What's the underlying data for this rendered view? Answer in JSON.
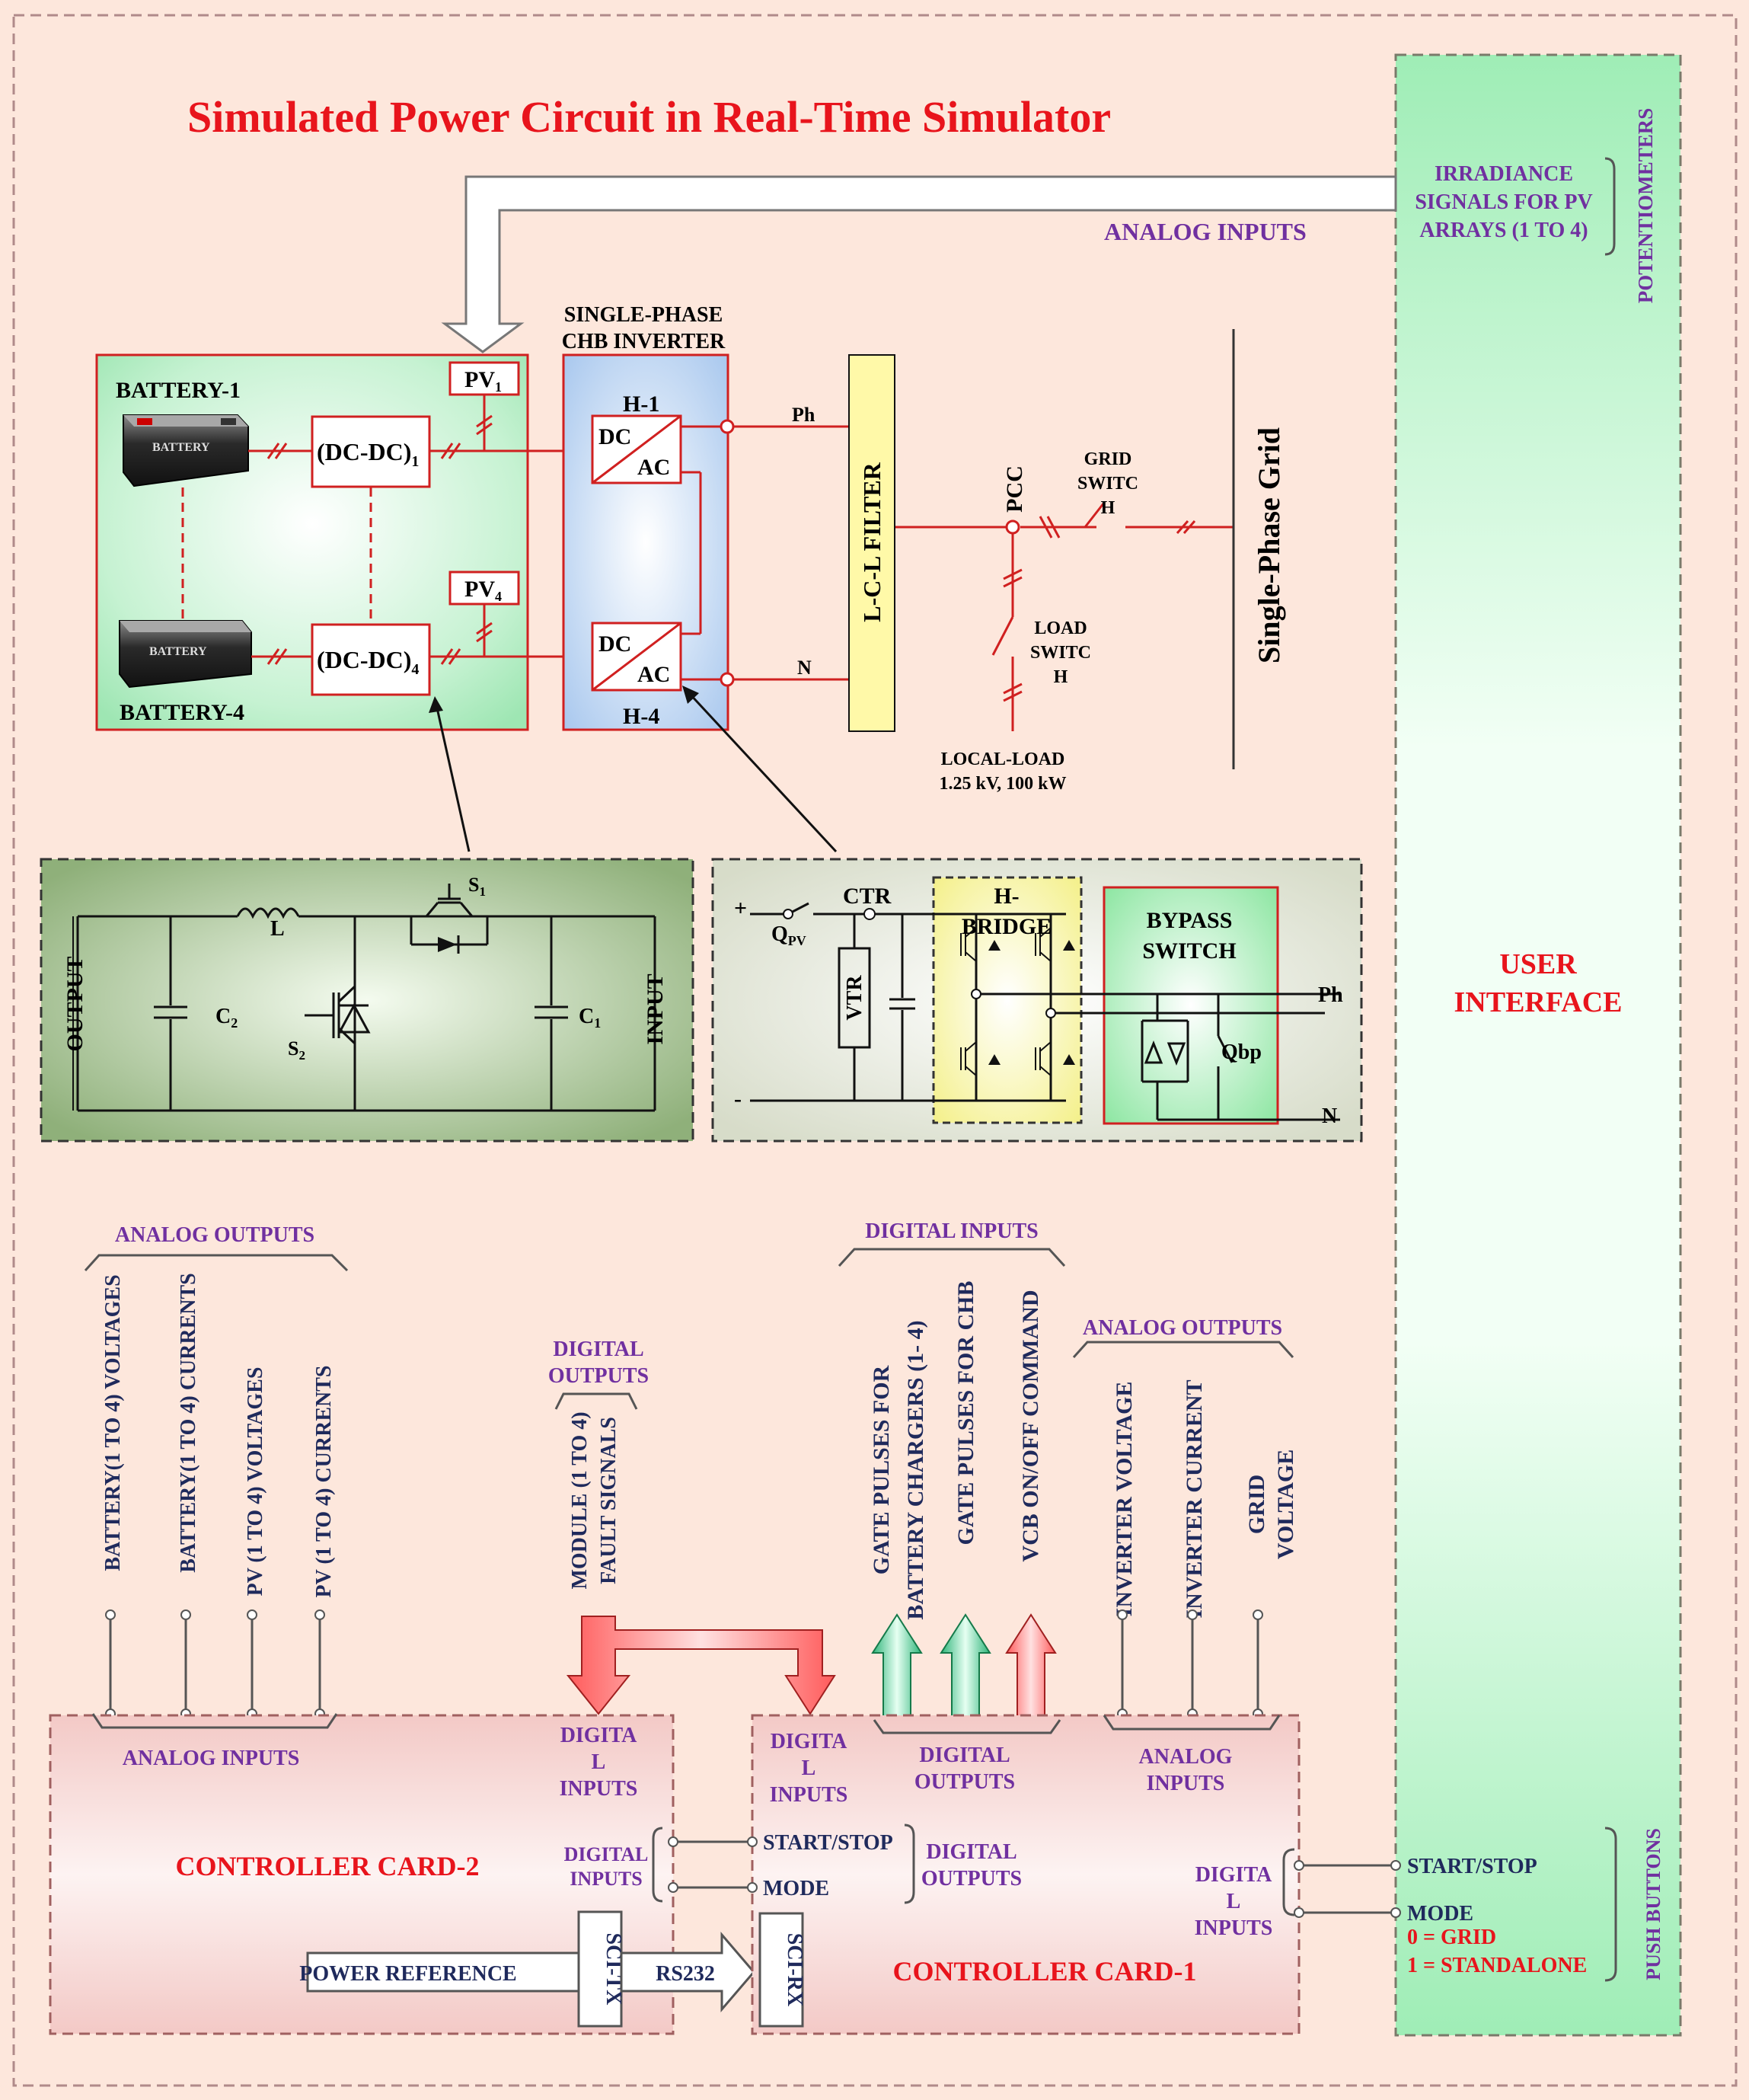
{
  "title": "Simulated Power Circuit in Real-Time Simulator",
  "analog_inputs_top": "ANALOG INPUTS",
  "irradiance": [
    "IRRADIANCE",
    "SIGNALS FOR PV",
    "ARRAYS (1 TO 4)"
  ],
  "potentiometers": "POTENTIOMETERS",
  "user_interface": [
    "USER",
    "INTERFACE"
  ],
  "push_buttons": "PUSH BUTTONS",
  "inverter_title": [
    "SINGLE-PHASE",
    "CHB INVERTER"
  ],
  "battery1": "BATTERY-1",
  "battery4": "BATTERY-4",
  "battery_icon_text": "BATTERY",
  "dcdc1": "(DC-DC)",
  "dcdc1_sub": "1",
  "dcdc4": "(DC-DC)",
  "dcdc4_sub": "4",
  "pv1": "PV",
  "pv1_sub": "1",
  "pv4": "PV",
  "pv4_sub": "4",
  "h1": "H-1",
  "h4": "H-4",
  "dc": "DC",
  "ac": "AC",
  "ph": "Ph",
  "n": "N",
  "lcl_filter": "L-C-L FILTER",
  "pcc": "PCC",
  "grid_switch": [
    "GRID",
    "SWITC",
    "H"
  ],
  "load_switch": [
    "LOAD",
    "SWITC",
    "H"
  ],
  "local_load": [
    "LOCAL-LOAD",
    "1.25 kV, 100 kW"
  ],
  "single_phase_grid": "Single-Phase Grid",
  "boost": {
    "output": "OUTPUT",
    "input": "INPUT",
    "l": "L",
    "c2": "C",
    "c2_sub": "2",
    "c1": "C",
    "c1_sub": "1",
    "s1": "S",
    "s1_sub": "1",
    "s2": "S",
    "s2_sub": "2"
  },
  "hbridge": {
    "plus": "+",
    "minus": "-",
    "qpv": "Q",
    "qpv_sub": "PV",
    "ctr": "CTR",
    "vtr": "VTR",
    "hbridge": [
      "H-",
      "BRIDGE"
    ],
    "bypass": [
      "BYPASS",
      "SWITCH"
    ],
    "qbp": "Qbp",
    "ph": "Ph",
    "n": "N"
  },
  "analog_outputs_left": "ANALOG OUTPUTS",
  "left_signals": [
    "BATTERY(1 TO 4) VOLTAGES",
    "BATTERY(1 TO 4) CURRENTS",
    "PV (1 TO 4) VOLTAGES",
    "PV (1 TO 4) CURRENTS"
  ],
  "digital_outputs_mid": [
    "DIGITAL",
    "OUTPUTS"
  ],
  "fault_signals": [
    "MODULE (1 TO 4)",
    "FAULT SIGNALS"
  ],
  "digital_inputs_top": "DIGITAL INPUTS",
  "gate_battery": [
    "GATE PULSES FOR",
    "BATTERY CHARGERS (1- 4)"
  ],
  "gate_chb": "GATE PULSES FOR CHB",
  "vcb": "VCB ON/OFF COMMAND",
  "analog_outputs_right": "ANALOG OUTPUTS",
  "right_signals": [
    "INVERTER VOLTAGE",
    "INVERTER CURRENT"
  ],
  "grid_voltage": [
    "GRID",
    "VOLTAGE"
  ],
  "cc2": {
    "title": "CONTROLLER CARD-2",
    "analog_inputs": "ANALOG INPUTS",
    "digital_inputs_top": [
      "DIGITA",
      "L",
      "INPUTS"
    ],
    "digital_inputs_side": [
      "DIGITAL",
      "INPUTS"
    ],
    "power_reference": "POWER REFERENCE",
    "sci_tx": "SCI-TX",
    "rs232": "RS232"
  },
  "cc1": {
    "title": "CONTROLLER CARD-1",
    "digital_inputs_top": [
      "DIGITA",
      "L",
      "INPUTS"
    ],
    "digital_outputs_top": [
      "DIGITAL",
      "OUTPUTS"
    ],
    "analog_inputs": [
      "ANALOG",
      "INPUTS"
    ],
    "start_stop": "START/STOP",
    "mode": "MODE",
    "digital_outputs_side": [
      "DIGITAL",
      "OUTPUTS"
    ],
    "digital_inputs_right": [
      "DIGITA",
      "L",
      "INPUTS"
    ],
    "sci_rx": "SCI-RX"
  },
  "ui": {
    "start_stop": "START/STOP",
    "mode": "MODE",
    "mode_grid": "0 = GRID",
    "mode_standalone": "1 = STANDALONE"
  },
  "colors": {
    "red": "#e8141c",
    "purple": "#7030a0",
    "navy": "#1f2a5c",
    "wire": "#e02020"
  }
}
